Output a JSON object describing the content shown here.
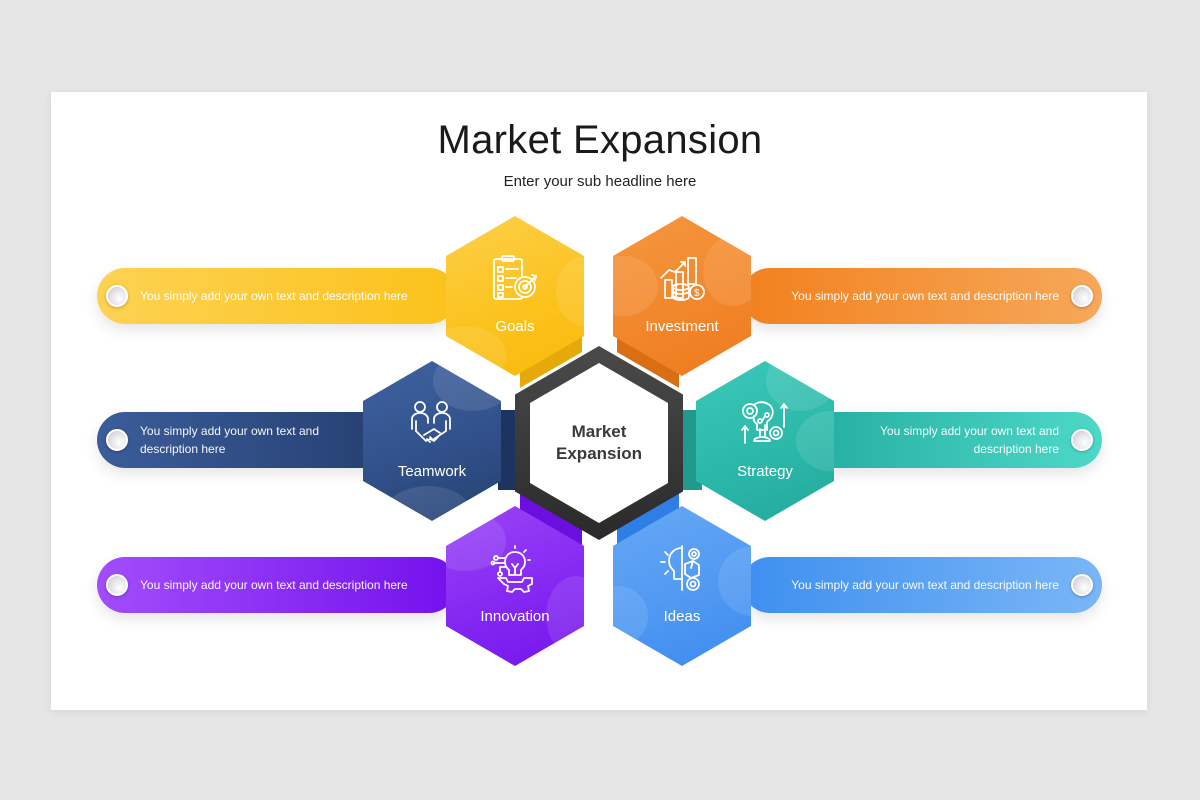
{
  "slide": {
    "title": "Market Expansion",
    "subtitle": "Enter your sub headline here",
    "background": "#e7e6e6",
    "canvas": "#ffffff"
  },
  "center": {
    "line1": "Market",
    "line2": "Expansion",
    "border_color": "#333333"
  },
  "items": [
    {
      "key": "goals",
      "label": "Goals",
      "icon": "clipboard-target-icon",
      "description": "You simply add your own text and description here",
      "side": "left",
      "color": "#fcc21c"
    },
    {
      "key": "investment",
      "label": "Investment",
      "icon": "chart-coins-icon",
      "description": "You simply add your own text and description here",
      "side": "right",
      "color": "#f2862a"
    },
    {
      "key": "teamwork",
      "label": "Teamwork",
      "icon": "handshake-people-icon",
      "description": "You simply add your own text and description here",
      "side": "left",
      "color": "#304f88"
    },
    {
      "key": "strategy",
      "label": "Strategy",
      "icon": "brain-gears-arrows-icon",
      "description": "You simply add your own text and description here",
      "side": "right",
      "color": "#2bb7a8"
    },
    {
      "key": "innovation",
      "label": "Innovation",
      "icon": "bulb-gear-circuit-icon",
      "description": "You simply add your own text and description here",
      "side": "left",
      "color": "#8326f2"
    },
    {
      "key": "ideas",
      "label": "Ideas",
      "icon": "half-bulb-gears-icon",
      "description": "You simply add your own text and description here",
      "side": "right",
      "color": "#4f98f2"
    }
  ]
}
